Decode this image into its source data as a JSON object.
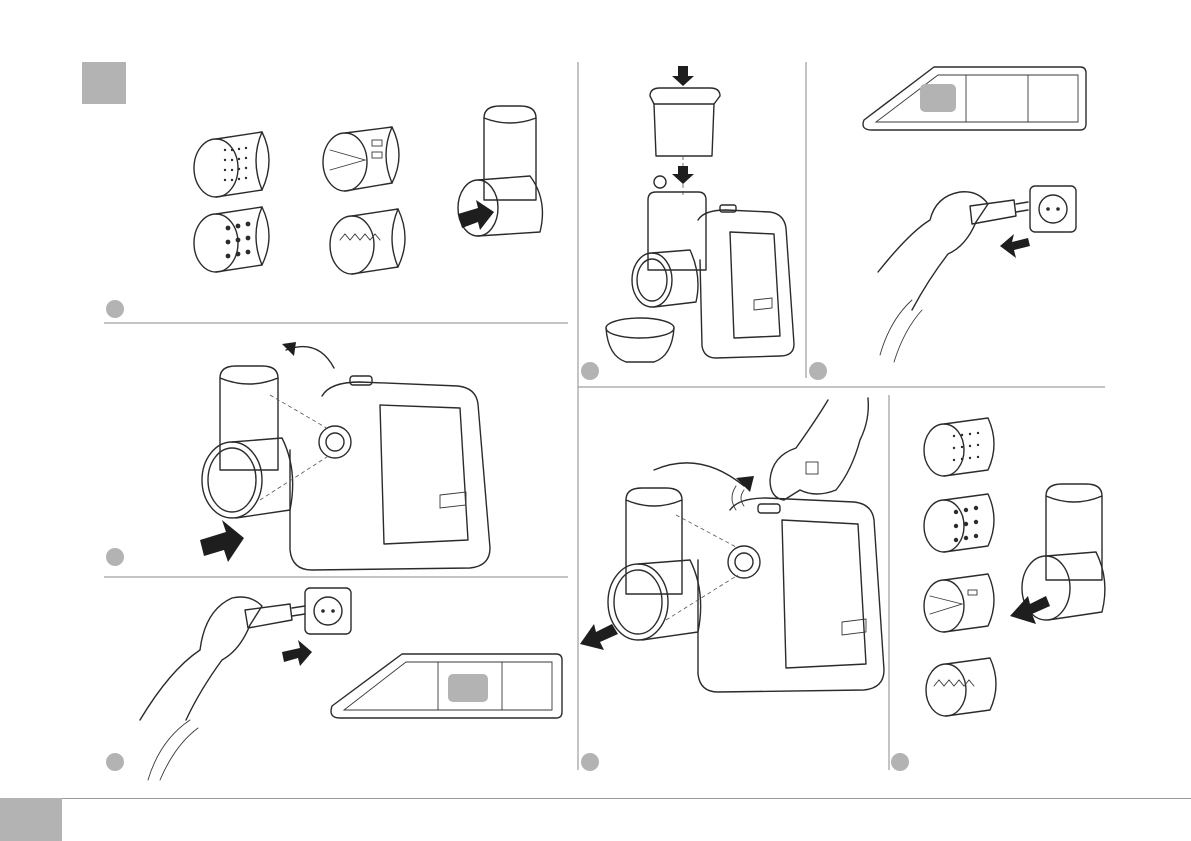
{
  "page": {
    "background": "#ffffff",
    "badge_color": "#b3b3b3",
    "line_color": "#2b2b2b"
  },
  "panels": [
    {
      "id": "blades-overview",
      "icons": [
        "fine-grater-cone-icon",
        "slicer-cone-icon",
        "coarse-grater-cone-icon",
        "shredder-cone-icon",
        "feed-tube-head-icon"
      ]
    },
    {
      "id": "attach-head",
      "icons": [
        "feed-tube-head-icon",
        "motor-unit-icon",
        "push-arrow-icon",
        "rotate-arrow-icon"
      ]
    },
    {
      "id": "plug-in",
      "icons": [
        "hand-icon",
        "plug-icon",
        "socket-icon",
        "control-panel-icon"
      ]
    },
    {
      "id": "insert-cone-pusher",
      "icons": [
        "pusher-icon",
        "bowl-icon",
        "motor-unit-icon"
      ]
    },
    {
      "id": "unplug",
      "icons": [
        "control-panel-icon",
        "hand-icon",
        "plug-icon",
        "socket-icon"
      ]
    },
    {
      "id": "release-head",
      "icons": [
        "release-button-icon",
        "hand-icon",
        "motor-unit-icon",
        "pull-arrow-icon"
      ]
    },
    {
      "id": "remove-cones",
      "icons": [
        "fine-grater-cone-icon",
        "coarse-grater-cone-icon",
        "slicer-cone-icon",
        "shredder-cone-icon",
        "feed-tube-head-icon"
      ]
    }
  ]
}
